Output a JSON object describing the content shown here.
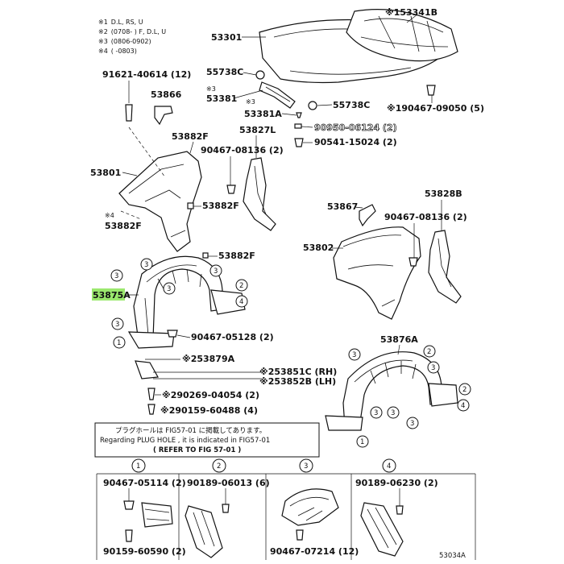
{
  "notes": [
    {
      "mark": "※1",
      "text": "D.L, RS, U"
    },
    {
      "mark": "※2",
      "text": "(0708-      ) F, D.L, U"
    },
    {
      "mark": "※3",
      "text": "(0806-0902)"
    },
    {
      "mark": "※4",
      "text": "(      -0803)"
    }
  ],
  "parts": {
    "p53301": "53301",
    "p53341B": "※153341B",
    "p55738C_a": "55738C",
    "p53381_mark": "※3",
    "p53381": "53381",
    "p53381A_mark": "※3",
    "p53381A": "53381A",
    "p55738C_b": "55738C",
    "p190467": "※190467-09050 (5)",
    "p91621": "91621-40614 (12)",
    "p53866": "53866",
    "p90950": "90950-06124 (2)",
    "p90541": "90541-15024 (2)",
    "p53882F_a": "53882F",
    "p53827L": "53827L",
    "p90467_08136_a": "90467-08136 (2)",
    "p53801": "53801",
    "p53882F_b": "53882F",
    "p4mark": "※4",
    "p53882F_c": "53882F",
    "p53867": "53867",
    "p53828B": "53828B",
    "p90467_08136_b": "90467-08136 (2)",
    "p53802": "53802",
    "p53882F_d": "53882F",
    "p53875A": "53875A",
    "p90467_05128": "90467-05128 (2)",
    "p53879A": "※253879A",
    "p53876A": "53876A",
    "p53851C": "※253851C (RH)",
    "p53852B": "※253852B (LH)",
    "p290269": "※290269-04054 (2)",
    "p290159": "※290159-60488 (4)"
  },
  "plug_note": {
    "line1": "プラグホールは FIG57-01 に掲載してあります。",
    "line2": "Regarding  PLUG HOLE , it is indicated in FIG57-01",
    "line3": "( REFER  TO  FIG 57-01 )"
  },
  "details": [
    {
      "num": "1",
      "top": "90467-05114 (2)",
      "bottom": "90159-60590 (2)"
    },
    {
      "num": "2",
      "top": "90189-06013 (6)"
    },
    {
      "num": "3",
      "bottom": "90467-07214 (12)"
    },
    {
      "num": "4",
      "top": "90189-06230 (2)"
    }
  ],
  "ref_numbers": {
    "c3a": "3",
    "c3b": "3",
    "c3c": "3",
    "c2a": "2",
    "c3d": "3",
    "c4a": "4",
    "c1a": "1",
    "c4b": "4",
    "c3e": "3",
    "c2b": "2",
    "c3f": "3",
    "c2c": "2",
    "c3g": "3",
    "c3h": "3",
    "c1b": "1"
  },
  "figure_code": "53034A",
  "highlight_color": "#9be86e"
}
